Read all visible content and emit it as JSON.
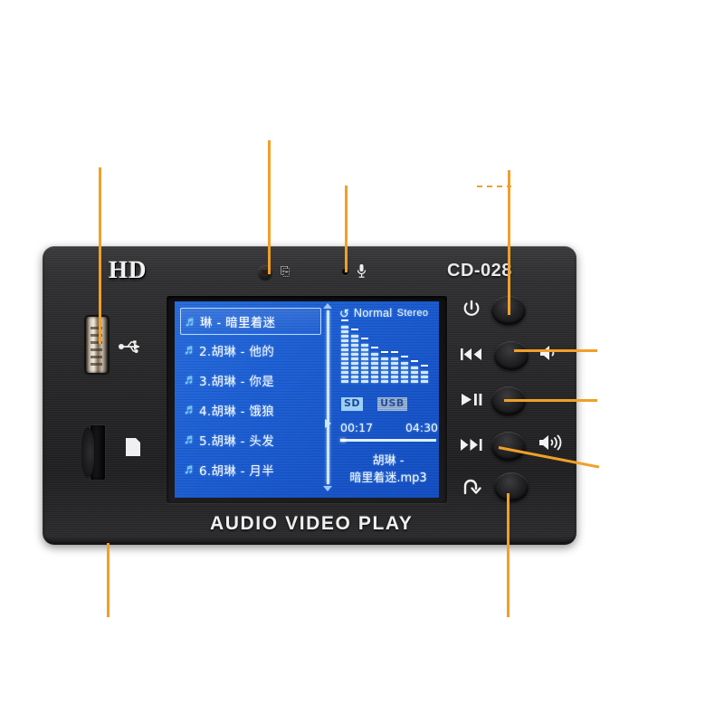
{
  "device": {
    "brand": "HD",
    "model": "CD-028",
    "bottom_label": "AUDIO VIDEO PLAY",
    "ir_glyph": "IR-receiver-icon",
    "mic_glyph": "microphone-icon",
    "usb_glyph": "usb-icon",
    "sd_glyph": "sd-card-icon",
    "colors": {
      "body": "#262628",
      "accent_callout": "#f0a028",
      "lcd_background": "#1f62d8",
      "lcd_text": "#f2f8ff",
      "note_icon": "#7fd4ff"
    }
  },
  "lcd": {
    "playlist": [
      {
        "icon": "music-note-icon",
        "label": "琳 - 暗里着迷",
        "selected": true
      },
      {
        "icon": "music-note-icon",
        "label": "2.胡琳 - 他的",
        "selected": false
      },
      {
        "icon": "music-note-icon",
        "label": "3.胡琳 - 你是",
        "selected": false
      },
      {
        "icon": "music-note-icon",
        "label": "4.胡琳 - 饿狼",
        "selected": false
      },
      {
        "icon": "music-note-icon",
        "label": "5.胡琳 - 头发",
        "selected": false
      },
      {
        "icon": "music-note-icon",
        "label": "6.胡琳 - 月半",
        "selected": false
      }
    ],
    "status": {
      "repeat_icon": "repeat-icon",
      "play_mode": "Normal",
      "sound_mode": "Stereo"
    },
    "sources": [
      {
        "label": "SD",
        "active": true
      },
      {
        "label": "USB",
        "active": false
      }
    ],
    "playback": {
      "elapsed": "00:17",
      "total": "04:30",
      "progress_percent": 6,
      "now_playing_line1": "胡琳 -",
      "now_playing_line2": "暗里着迷.mp3"
    },
    "spectrum": {
      "levels": [
        13,
        11,
        9,
        7,
        6,
        6,
        5,
        4,
        3
      ]
    }
  },
  "buttons": [
    {
      "name": "power-button",
      "icon": "power-icon",
      "glyph": "⏻",
      "label": ""
    },
    {
      "name": "previous-button",
      "icon": "previous-track-icon",
      "glyph": "⏮",
      "label": ""
    },
    {
      "name": "play-pause-button",
      "icon": "play-pause-icon",
      "glyph": "⏯",
      "label": ""
    },
    {
      "name": "next-button",
      "icon": "next-track-icon",
      "glyph": "⏭",
      "label": ""
    },
    {
      "name": "return-button",
      "icon": "return-arrow-icon",
      "glyph": "↩",
      "label": ""
    }
  ],
  "side_icons": [
    {
      "name": "volume-down-icon",
      "glyph": "🔈"
    },
    {
      "name": "volume-up-icon",
      "glyph": "🔊"
    }
  ]
}
